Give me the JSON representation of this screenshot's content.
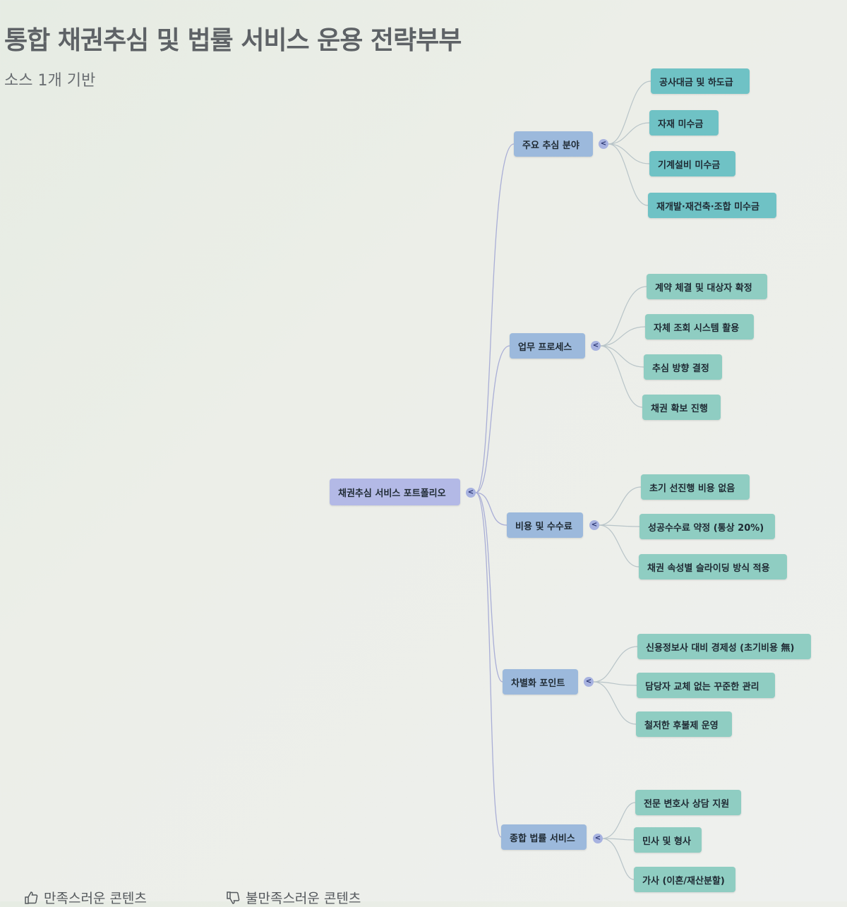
{
  "header": {
    "title": "통합 채권추심 및 법률 서비스 운용 전략부부",
    "subtitle": "소스 1개 기반"
  },
  "mindmap": {
    "root": {
      "label": "채권추심 서비스 포트폴리오",
      "toggle": "<"
    },
    "branches": [
      {
        "label": "주요 추심 분야",
        "toggle": "<",
        "children": [
          "공사대금 및 하도급",
          "자재 미수금",
          "기계설비 미수금",
          "재개발·재건축·조합 미수금"
        ]
      },
      {
        "label": "업무 프로세스",
        "toggle": "<",
        "children": [
          "계약 체결 및 대상자 확정",
          "자체 조회 시스템 활용",
          "추심 방향 결정",
          "채권 확보 진행"
        ]
      },
      {
        "label": "비용 및 수수료",
        "toggle": "<",
        "children": [
          "초기 선진행 비용 없음",
          "성공수수료 약정 (통상 20%)",
          "채권 속성별 슬라이딩 방식 적용"
        ]
      },
      {
        "label": "차별화 포인트",
        "toggle": "<",
        "children": [
          "신용정보사 대비 경제성 (초기비용 無)",
          "담당자 교체 없는 꾸준한 관리",
          "철저한 후불제 운영"
        ]
      },
      {
        "label": "종합 법률 서비스",
        "toggle": "<",
        "children": [
          "전문 변호사 상담 지원",
          "민사 및 형사",
          "가사 (이혼/재산분할)"
        ]
      }
    ]
  },
  "footer": {
    "good_label": "만족스러운 콘텐츠",
    "bad_label": "불만족스러운 콘텐츠"
  },
  "colors": {
    "root": "#b3b9e6",
    "branch": "#9cb9dc",
    "leaf": "#8fcdc2",
    "leaf_teal": "#6fc2c5",
    "link": "#a9aed6"
  }
}
